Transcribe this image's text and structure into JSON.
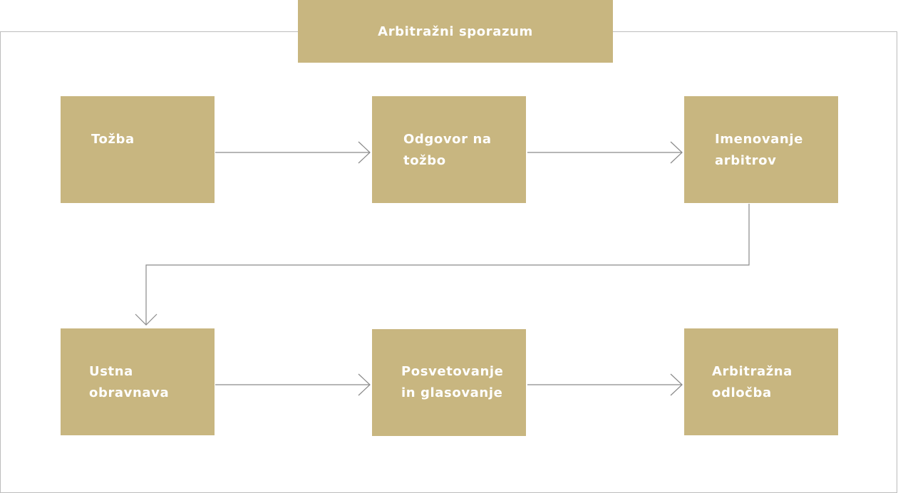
{
  "title": "Arbitražni sporazum",
  "steps": [
    "Tožba",
    "Odgovor na\ntožbo",
    "Imenovanje\narbitrov",
    "Ustna\nobravnava",
    "Posvetovanje\nin glasovanje",
    "Arbitražna\nodločba"
  ],
  "colors": {
    "box": "#c8b680",
    "text": "#ffffff",
    "connector": "#8a8a8a",
    "frame": "#bdbdbd"
  }
}
